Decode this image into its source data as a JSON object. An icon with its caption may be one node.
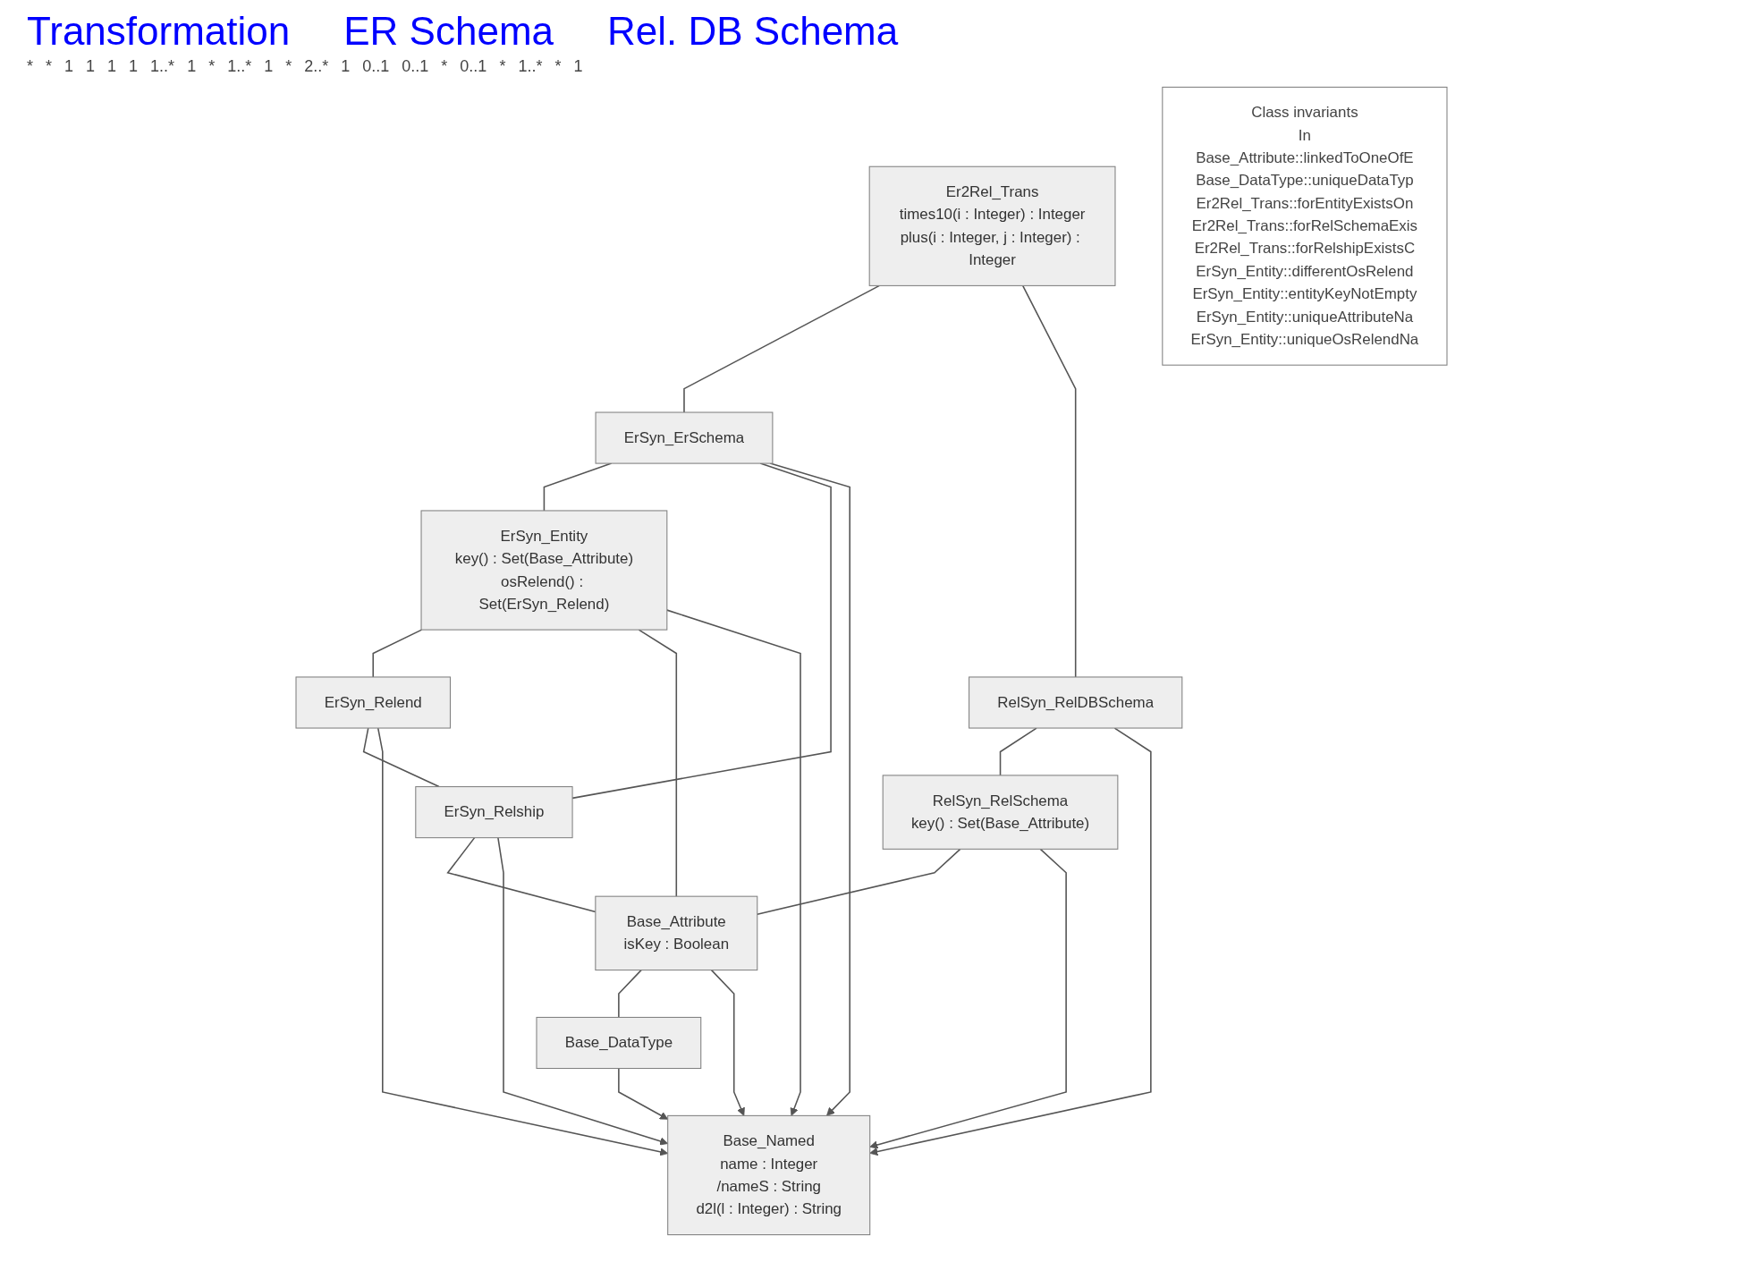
{
  "diagram": {
    "nodes": [
      {
        "text": [
          "Er2Rel_Trans",
          "times10(i : Integer) : Integer",
          "plus(i : Integer, j : Integer) : Integer"
        ]
      },
      {
        "text": [
          "ErSyn_ErSchema"
        ]
      },
      {
        "text": [
          "RelSyn_RelDBSchema"
        ]
      },
      {
        "text": [
          "ErSyn_Entity",
          "key() : Set(Base_Attribute)",
          "osRelend() : Set(ErSyn_Relend)"
        ]
      },
      {
        "text": [
          "ErSyn_Relend"
        ]
      },
      {
        "text": [
          "ErSyn_Relship"
        ]
      },
      {
        "text": [
          "RelSyn_RelSchema",
          "key() : Set(Base_Attribute)"
        ]
      },
      {
        "text": [
          "Base_Attribute",
          "isKey : Boolean"
        ]
      },
      {
        "text": [
          "Base_DataType"
        ]
      },
      {
        "text": [
          "Base_Named",
          "name : Integer",
          "/nameS : String",
          "d2l(l : Integer) : String"
        ]
      },
      {
        "text": [
          "Class invariants",
          "In",
          "Base_Attribute::linkedToOneOfE",
          "Base_DataType::uniqueDataTyp",
          "Er2Rel_Trans::forEntityExistsOn",
          "Er2Rel_Trans::forRelSchemaExis",
          "Er2Rel_Trans::forRelshipExistsC",
          "ErSyn_Entity::differentOsRelend",
          "ErSyn_Entity::entityKeyNotEmpty",
          "ErSyn_Entity::uniqueAttributeNa",
          "ErSyn_Entity::uniqueOsRelendNa"
        ]
      }
    ],
    "edges": [
      {
        "from": 0,
        "to": 1,
        "arrow": "none"
      },
      {
        "from": 0,
        "to": 2,
        "arrow": "none"
      },
      {
        "from": 1,
        "to": 3,
        "arrow": "none"
      },
      {
        "from": 1,
        "to": 5,
        "arrow": "none"
      },
      {
        "from": 3,
        "to": 4,
        "arrow": "none"
      },
      {
        "from": 4,
        "to": 5,
        "arrow": "none"
      },
      {
        "from": 2,
        "to": 6,
        "arrow": "none"
      },
      {
        "from": 3,
        "to": 7,
        "arrow": "none"
      },
      {
        "from": 5,
        "to": 7,
        "arrow": "none"
      },
      {
        "from": 6,
        "to": 7,
        "arrow": "none"
      },
      {
        "from": 7,
        "to": 8,
        "arrow": "none"
      },
      {
        "from": 3,
        "to": 9,
        "arrow": "to"
      },
      {
        "from": 4,
        "to": 9,
        "arrow": "to"
      },
      {
        "from": 5,
        "to": 9,
        "arrow": "to"
      },
      {
        "from": 7,
        "to": 9,
        "arrow": "to"
      },
      {
        "from": 1,
        "to": 9,
        "arrow": "to"
      },
      {
        "from": 8,
        "to": 9,
        "arrow": "to"
      },
      {
        "from": 6,
        "to": 9,
        "arrow": "to"
      },
      {
        "from": 2,
        "to": 9,
        "arrow": "to"
      }
    ],
    "labels": [
      "Transformation",
      "ER Schema",
      "Rel. DB Schema",
      "*",
      "*",
      "1",
      "1",
      "1",
      "1",
      "1..*",
      "1",
      "*",
      "1..*",
      "1",
      "*",
      "2..*",
      "1",
      "0..1",
      "0..1",
      "*",
      "0..1",
      "*",
      "1..*",
      "*",
      "1"
    ]
  }
}
